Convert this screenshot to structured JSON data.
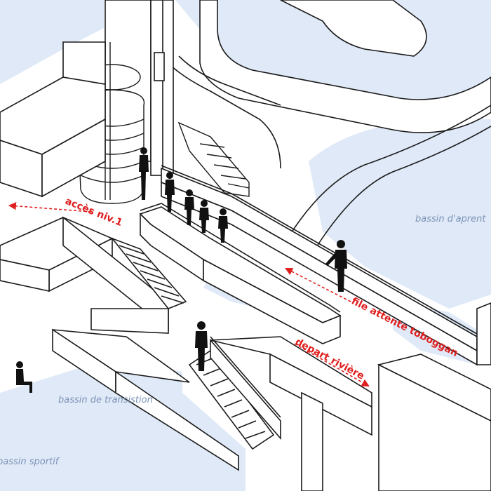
{
  "colors": {
    "water": "#dfe9f7",
    "line": "#1a1a1a",
    "structure": "#ffffff",
    "silhouette": "#111111",
    "annotation": "#e02020",
    "pool_text": "#7d93b8"
  },
  "pools": [
    {
      "id": "apprentissage",
      "label": "bassin d'aprent"
    },
    {
      "id": "transition",
      "label": "bassin de transistion"
    },
    {
      "id": "sportif",
      "label": "bassin sportif"
    }
  ],
  "annotations": [
    {
      "id": "acces",
      "label": "accès niv.1"
    },
    {
      "id": "file",
      "label": "file attente toboggan"
    },
    {
      "id": "depart",
      "label": "depart rivière"
    }
  ]
}
